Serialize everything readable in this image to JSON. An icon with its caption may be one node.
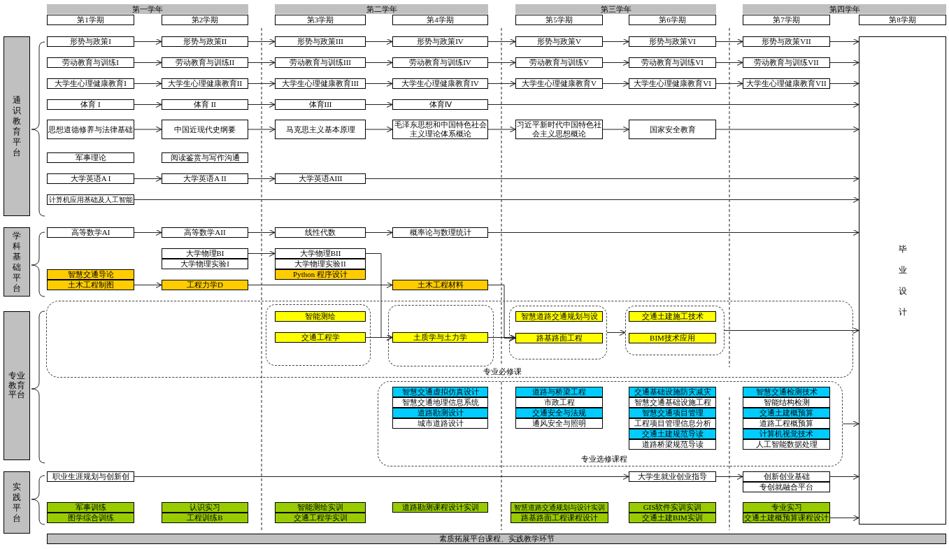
{
  "diagram": {
    "nodes": [
      {
        "text": [
          "第一学年"
        ]
      },
      {
        "text": [
          "第二学年"
        ]
      },
      {
        "text": [
          "第三学年"
        ]
      },
      {
        "text": [
          "第四学年"
        ]
      },
      {
        "text": [
          "第1学期"
        ]
      },
      {
        "text": [
          "第2学期"
        ]
      },
      {
        "text": [
          "第3学期"
        ]
      },
      {
        "text": [
          "第4学期"
        ]
      },
      {
        "text": [
          "第5学期"
        ]
      },
      {
        "text": [
          "第6学期"
        ]
      },
      {
        "text": [
          "第7学期"
        ]
      },
      {
        "text": [
          "第8学期"
        ]
      },
      {
        "text": [
          "通识教育平台"
        ]
      },
      {
        "text": [
          "学科基础平台"
        ]
      },
      {
        "text": [
          "专业教育平台"
        ]
      },
      {
        "text": [
          "实践平台"
        ]
      },
      {
        "text": [
          "毕业设计"
        ]
      },
      {
        "text": [
          "形势与政策I"
        ]
      },
      {
        "text": [
          "形势与政策II"
        ]
      },
      {
        "text": [
          "形势与政策III"
        ]
      },
      {
        "text": [
          "形势与政策IV"
        ]
      },
      {
        "text": [
          "形势与政策V"
        ]
      },
      {
        "text": [
          "形势与政策VI"
        ]
      },
      {
        "text": [
          "形势与政策VII"
        ]
      },
      {
        "text": [
          "劳动教育与训练I"
        ]
      },
      {
        "text": [
          "劳动教育与训练II"
        ]
      },
      {
        "text": [
          "劳动教育与训练III"
        ]
      },
      {
        "text": [
          "劳动教育与训练IV"
        ]
      },
      {
        "text": [
          "劳动教育与训练V"
        ]
      },
      {
        "text": [
          "劳动教育与训练VI"
        ]
      },
      {
        "text": [
          "劳动教育与训练VII"
        ]
      },
      {
        "text": [
          "大学生心理健康教育I"
        ]
      },
      {
        "text": [
          "大学生心理健康教育II"
        ]
      },
      {
        "text": [
          "大学生心理健康教育III"
        ]
      },
      {
        "text": [
          "大学生心理健康教育IV"
        ]
      },
      {
        "text": [
          "大学生心理健康教育V"
        ]
      },
      {
        "text": [
          "大学生心理健康教育VI"
        ]
      },
      {
        "text": [
          "大学生心理健康教育VII"
        ]
      },
      {
        "text": [
          "体育 I"
        ]
      },
      {
        "text": [
          "体育 II"
        ]
      },
      {
        "text": [
          "体育III"
        ]
      },
      {
        "text": [
          "体育Ⅳ"
        ]
      },
      {
        "text": [
          "思想道德修养与法律基础"
        ]
      },
      {
        "text": [
          "中国近现代史纲要"
        ]
      },
      {
        "text": [
          "马克思主义基本原理"
        ]
      },
      {
        "text": [
          "毛泽东思想和中国特色社会主义理论体系概论"
        ]
      },
      {
        "text": [
          "习近平新时代中国特色社会主义思想概论"
        ]
      },
      {
        "text": [
          "国家安全教育"
        ]
      },
      {
        "text": [
          "军事理论"
        ]
      },
      {
        "text": [
          "阅读鉴赏与写作沟通"
        ]
      },
      {
        "text": [
          "大学英语A I"
        ]
      },
      {
        "text": [
          "大学英语A II"
        ]
      },
      {
        "text": [
          "大学英语AIII"
        ]
      },
      {
        "text": [
          "计算机应用基础及人工智能"
        ]
      },
      {
        "text": [
          "高等数学AI"
        ]
      },
      {
        "text": [
          "高等数学AII"
        ]
      },
      {
        "text": [
          "线性代数"
        ]
      },
      {
        "text": [
          "概率论与数理统计"
        ]
      },
      {
        "text": [
          "大学物理BI"
        ]
      },
      {
        "text": [
          "大学物理实验I"
        ]
      },
      {
        "text": [
          "大学物理BII"
        ]
      },
      {
        "text": [
          "大学物理实验II"
        ]
      },
      {
        "text": [
          "Python 程序设计"
        ]
      },
      {
        "text": [
          "智慧交通导论"
        ]
      },
      {
        "text": [
          "土木工程制图"
        ]
      },
      {
        "text": [
          "工程力学D"
        ]
      },
      {
        "text": [
          "土木工程材料"
        ]
      },
      {
        "text": [
          "专业必修课"
        ]
      },
      {
        "text": [],
        "shape": "box",
        "in": 67
      },
      {
        "text": [
          "智能测绘"
        ],
        "in": 68
      },
      {
        "text": [
          "交通工程学"
        ],
        "in": 68
      },
      {
        "text": [],
        "shape": "box",
        "in": 67
      },
      {
        "text": [
          "土质学与土力学"
        ],
        "in": 71
      },
      {
        "text": [],
        "shape": "box",
        "in": 67
      },
      {
        "text": [
          "智慧道路交通规划与设"
        ],
        "in": 73
      },
      {
        "text": [
          "路基路面工程"
        ],
        "in": 73
      },
      {
        "text": [],
        "shape": "box",
        "in": 67
      },
      {
        "text": [
          "交通土建施工技术"
        ],
        "in": 76
      },
      {
        "text": [
          "BIM技术应用"
        ],
        "in": 76
      },
      {
        "text": [
          "专业选修课程"
        ]
      },
      {
        "text": [
          "智慧交通虚拟仿真设计"
        ],
        "in": 79
      },
      {
        "text": [
          "智慧交通地理信息系统"
        ],
        "in": 79
      },
      {
        "text": [
          "道路勘测设计"
        ],
        "in": 79
      },
      {
        "text": [
          "城市道路设计"
        ],
        "in": 79
      },
      {
        "text": [
          "道路与桥梁工程"
        ],
        "in": 79
      },
      {
        "text": [
          "市政工程"
        ],
        "in": 79
      },
      {
        "text": [
          "交通安全与法规"
        ],
        "in": 79
      },
      {
        "text": [
          "通风安全与照明"
        ],
        "in": 79
      },
      {
        "text": [
          "交通基础设施防灾减灾"
        ],
        "in": 79
      },
      {
        "text": [
          "智慧交通基础设施工程"
        ],
        "in": 79
      },
      {
        "text": [
          "智慧交通项目管理"
        ],
        "in": 79
      },
      {
        "text": [
          "工程项目管理信息分析"
        ],
        "in": 79
      },
      {
        "text": [
          "交通土建规范导读"
        ],
        "in": 79
      },
      {
        "text": [
          "道路桥梁规范导读"
        ],
        "in": 79
      },
      {
        "text": [
          "智慧交通检测技术"
        ],
        "in": 79
      },
      {
        "text": [
          "智能结构检测"
        ],
        "in": 79
      },
      {
        "text": [
          "交通土建概预算"
        ],
        "in": 79
      },
      {
        "text": [
          "道路工程概预算"
        ],
        "in": 79
      },
      {
        "text": [
          "计算机视觉技术"
        ],
        "in": 79
      },
      {
        "text": [
          "人工智能数据处理"
        ],
        "in": 79
      },
      {
        "text": [
          "职业生涯规划与创新创"
        ]
      },
      {
        "text": [
          "大学生就业创业指导"
        ]
      },
      {
        "text": [
          "创新创业基础"
        ]
      },
      {
        "text": [
          "专创就融合平台"
        ]
      },
      {
        "text": [
          "军事训练"
        ]
      },
      {
        "text": [
          "图学综合训练"
        ]
      },
      {
        "text": [
          "认识实习"
        ]
      },
      {
        "text": [
          "工程训练B"
        ]
      },
      {
        "text": [
          "智能测绘实训"
        ]
      },
      {
        "text": [
          "交通工程学实训"
        ]
      },
      {
        "text": [
          "道路勘测课程设计实训"
        ]
      },
      {
        "text": [
          "智慧道路交通规划与设计实训"
        ]
      },
      {
        "text": [
          "路基路面工程课程设计"
        ]
      },
      {
        "text": [
          "GIS软件实训实训"
        ]
      },
      {
        "text": [
          "交通土建BIM实训"
        ]
      },
      {
        "text": [
          "专业实习"
        ]
      },
      {
        "text": [
          "交通土建概预算课程设计"
        ]
      },
      {
        "text": [
          "素质拓展平台课程、实践教学环节"
        ]
      }
    ],
    "edges": [
      {
        "from": 17,
        "to": 18,
        "arrow": "to"
      },
      {
        "from": 18,
        "to": 19,
        "arrow": "to"
      },
      {
        "from": 19,
        "to": 20,
        "arrow": "to"
      },
      {
        "from": 20,
        "to": 21,
        "arrow": "to"
      },
      {
        "from": 21,
        "to": 22,
        "arrow": "to"
      },
      {
        "from": 22,
        "to": 23,
        "arrow": "to"
      },
      {
        "from": 23,
        "to": 16,
        "arrow": "to"
      },
      {
        "from": 24,
        "to": 25,
        "arrow": "to"
      },
      {
        "from": 25,
        "to": 26,
        "arrow": "to"
      },
      {
        "from": 26,
        "to": 27,
        "arrow": "to"
      },
      {
        "from": 27,
        "to": 28,
        "arrow": "to"
      },
      {
        "from": 28,
        "to": 29,
        "arrow": "to"
      },
      {
        "from": 29,
        "to": 30,
        "arrow": "to"
      },
      {
        "from": 30,
        "to": 16,
        "arrow": "to"
      },
      {
        "from": 31,
        "to": 32,
        "arrow": "to"
      },
      {
        "from": 32,
        "to": 33,
        "arrow": "to"
      },
      {
        "from": 33,
        "to": 34,
        "arrow": "to"
      },
      {
        "from": 34,
        "to": 35,
        "arrow": "to"
      },
      {
        "from": 35,
        "to": 36,
        "arrow": "to"
      },
      {
        "from": 36,
        "to": 37,
        "arrow": "to"
      },
      {
        "from": 37,
        "to": 16,
        "arrow": "to"
      },
      {
        "from": 38,
        "to": 39,
        "arrow": "to"
      },
      {
        "from": 39,
        "to": 40,
        "arrow": "to"
      },
      {
        "from": 40,
        "to": 41,
        "arrow": "to"
      },
      {
        "from": 41,
        "to": 16,
        "arrow": "to"
      },
      {
        "from": 42,
        "to": 43,
        "arrow": "to"
      },
      {
        "from": 43,
        "to": 44,
        "arrow": "to"
      },
      {
        "from": 44,
        "to": 45,
        "arrow": "to"
      },
      {
        "from": 45,
        "to": 46,
        "arrow": "to"
      },
      {
        "from": 46,
        "to": 47,
        "arrow": "to"
      },
      {
        "from": 47,
        "to": 16,
        "arrow": "to"
      },
      {
        "from": 50,
        "to": 51,
        "arrow": "to"
      },
      {
        "from": 51,
        "to": 52,
        "arrow": "to"
      },
      {
        "from": 52,
        "to": 16,
        "arrow": "to"
      },
      {
        "from": 53,
        "to": 16,
        "arrow": "to"
      },
      {
        "from": 54,
        "to": 55,
        "arrow": "to"
      },
      {
        "from": 55,
        "to": 56,
        "arrow": "to"
      },
      {
        "from": 56,
        "to": 57,
        "arrow": "to"
      },
      {
        "from": 57,
        "to": 16,
        "arrow": "to"
      },
      {
        "from": 58,
        "to": 60,
        "arrow": "to"
      },
      {
        "from": 60,
        "to": 72,
        "arrow": "to"
      },
      {
        "from": 64,
        "to": 65,
        "arrow": "to"
      },
      {
        "from": 65,
        "to": 66,
        "arrow": "to"
      },
      {
        "from": 66,
        "to": 75,
        "arrow": "to"
      },
      {
        "from": 70,
        "to": 72,
        "arrow": "to"
      },
      {
        "from": 72,
        "to": 75,
        "arrow": "to"
      },
      {
        "from": 73,
        "to": 76,
        "arrow": "to"
      },
      {
        "from": 76,
        "to": 16,
        "arrow": "to"
      },
      {
        "from": 79,
        "to": 16,
        "arrow": "to"
      },
      {
        "from": 100,
        "to": 101,
        "arrow": "to"
      },
      {
        "from": 101,
        "to": 102,
        "arrow": "to"
      },
      {
        "from": 102,
        "to": 16,
        "arrow": "to"
      },
      {
        "from": 116,
        "to": 16,
        "arrow": "to"
      }
    ]
  }
}
